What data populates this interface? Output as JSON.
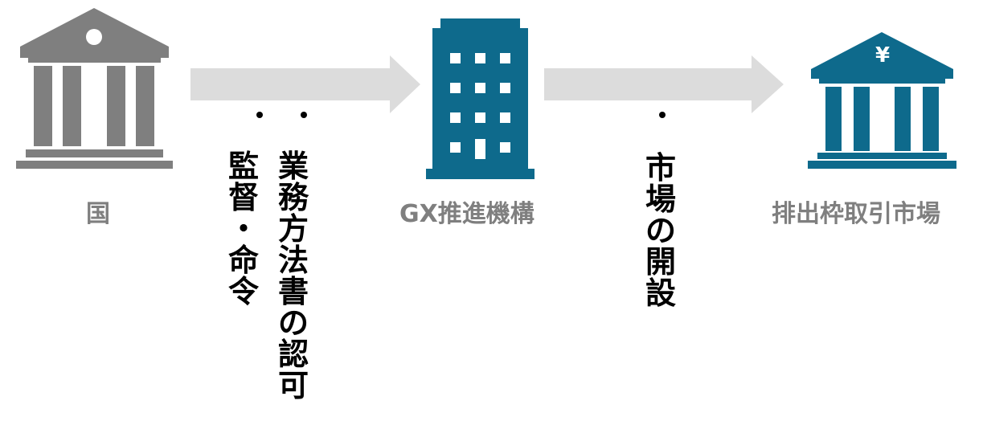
{
  "colors": {
    "government_gray": "#7f7f7f",
    "institution_blue": "#0e6a8c",
    "arrow_gray": "#dcdcdc"
  },
  "icons": {
    "government": "government-building-icon",
    "organization": "office-building-icon",
    "market": "yen-bank-icon"
  },
  "entities": {
    "government": "国",
    "organization": "GX推進機構",
    "market": "排出枠取引市場"
  },
  "market_icon_symbol": "¥",
  "relations": {
    "government_to_org": {
      "column_left": "監督・命令",
      "column_right": "業務方法書の認可",
      "bullet_count": 2
    },
    "org_to_market": {
      "column": "市場の開設",
      "bullet_count": 1
    }
  }
}
